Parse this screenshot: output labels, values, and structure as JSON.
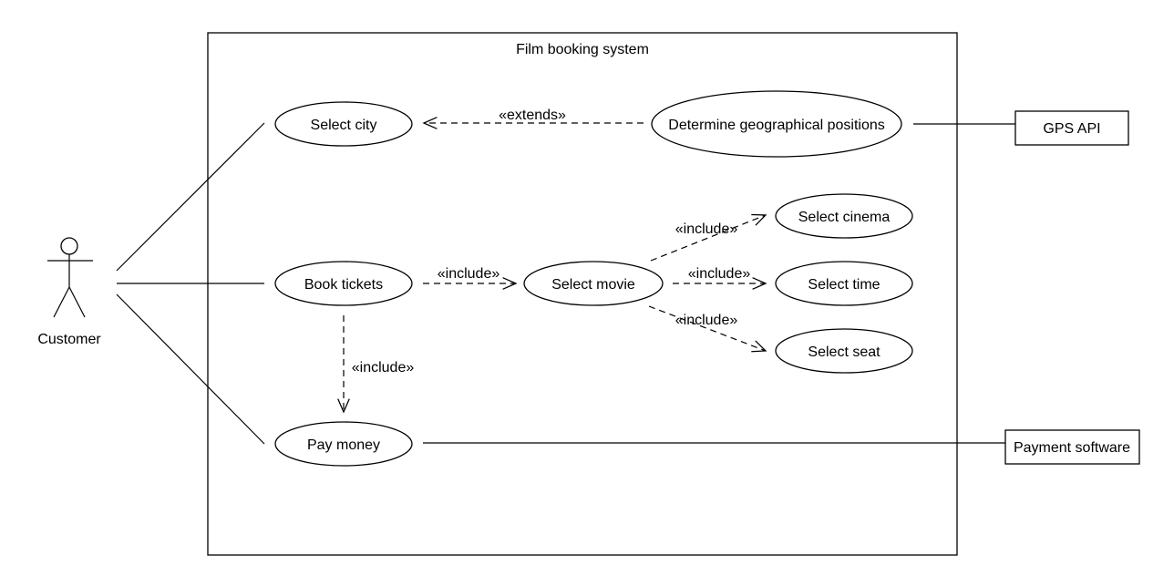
{
  "system": {
    "title": "Film booking system"
  },
  "actor": {
    "name": "Customer"
  },
  "use_cases": {
    "select_city": "Select city",
    "determine_geo": "Determine geographical positions",
    "book_tickets": "Book tickets",
    "select_movie": "Select movie",
    "select_cinema": "Select cinema",
    "select_time": "Select time",
    "select_seat": "Select seat",
    "pay_money": "Pay  money"
  },
  "external_systems": {
    "gps_api": "GPS API",
    "payment_software": "Payment software"
  },
  "relationship_labels": {
    "extends": "«extends»",
    "include_book_movie": "«include»",
    "include_movie_cinema": "«include»",
    "include_movie_time": "«include»",
    "include_movie_seat": "«include»",
    "include_book_pay": "«include»"
  }
}
